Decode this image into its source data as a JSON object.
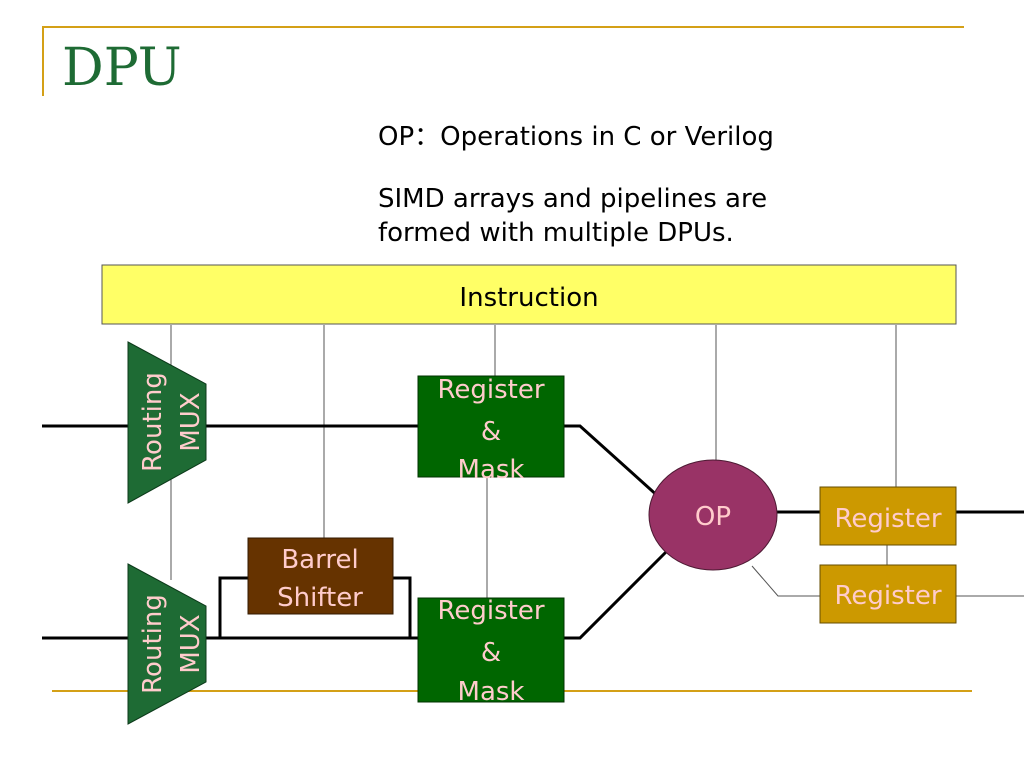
{
  "slide": {
    "title": "DPU",
    "notes": [
      "OP：Operations in C or Verilog",
      "SIMD arrays and pipelines are formed with multiple DPUs."
    ]
  },
  "diagram": {
    "instruction_label": "Instruction",
    "routing_mux_line1": "Routing",
    "routing_mux_line2": "MUX",
    "barrel_shifter_line1": "Barrel",
    "barrel_shifter_line2": "Shifter",
    "register_mask_line1": "Register",
    "register_mask_line2": "&",
    "register_mask_line3": "Mask",
    "op_label": "OP",
    "register_label": "Register"
  },
  "colors": {
    "instruction_fill": "#ffff66",
    "mux_fill": "#1e6b34",
    "register_mask_fill": "#006600",
    "register_mask_text": "#ffcccc",
    "barrel_fill": "#663300",
    "barrel_text": "#ffcccc",
    "op_fill": "#993366",
    "register_fill": "#cc9900",
    "title": "#1e6b34",
    "accent_line": "#d4a017"
  }
}
